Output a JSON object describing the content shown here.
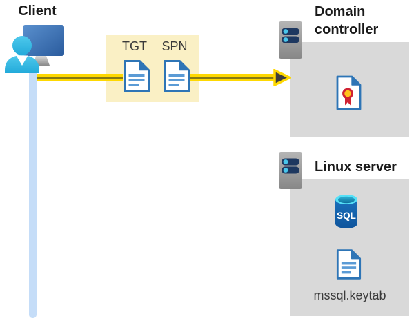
{
  "client": {
    "label": "Client"
  },
  "token_box": {
    "tgt": "TGT",
    "spn": "SPN"
  },
  "domain_controller": {
    "line1": "Domain",
    "line2": "controller"
  },
  "linux_server": {
    "label": "Linux server",
    "sql": "SQL",
    "keytab": "mssql.keytab"
  },
  "icons": {
    "client": "workstation-user-icon",
    "tgt": "document-icon",
    "spn": "document-icon",
    "domain_controller": "server-icon",
    "certificate": "certificate-icon",
    "linux_server": "server-icon",
    "sql": "sql-database-icon",
    "keytab": "document-icon",
    "arrow": "right-arrow",
    "connection": "vertical-connection-line"
  },
  "colors": {
    "highlight_box_yellow": "#FAF0C5",
    "panel_gray": "#D9D9D9",
    "arrow_yellow": "#FED801",
    "arrow_core_olive": "#867A15",
    "arrowhead_dark": "#3E3E3E",
    "doc_border_blue": "#2E75B6",
    "doc_line_blue": "#5B9BD5",
    "sql_azure_blue": "#1263B1",
    "sql_rim_cyan": "#55E0F7",
    "server_bar_navy": "#1E3860",
    "server_dot_cyan": "#49C5EA",
    "person_cyan": "#2FB9E1",
    "monitor_blue": "#3A6DB0",
    "connection_line_blue": "#C5DDF8",
    "cert_ribbon_red": "#CF2233",
    "cert_seal_gold": "#FFC21C",
    "title_text": "#1A1A1A",
    "body_text": "#3A3A3A"
  }
}
